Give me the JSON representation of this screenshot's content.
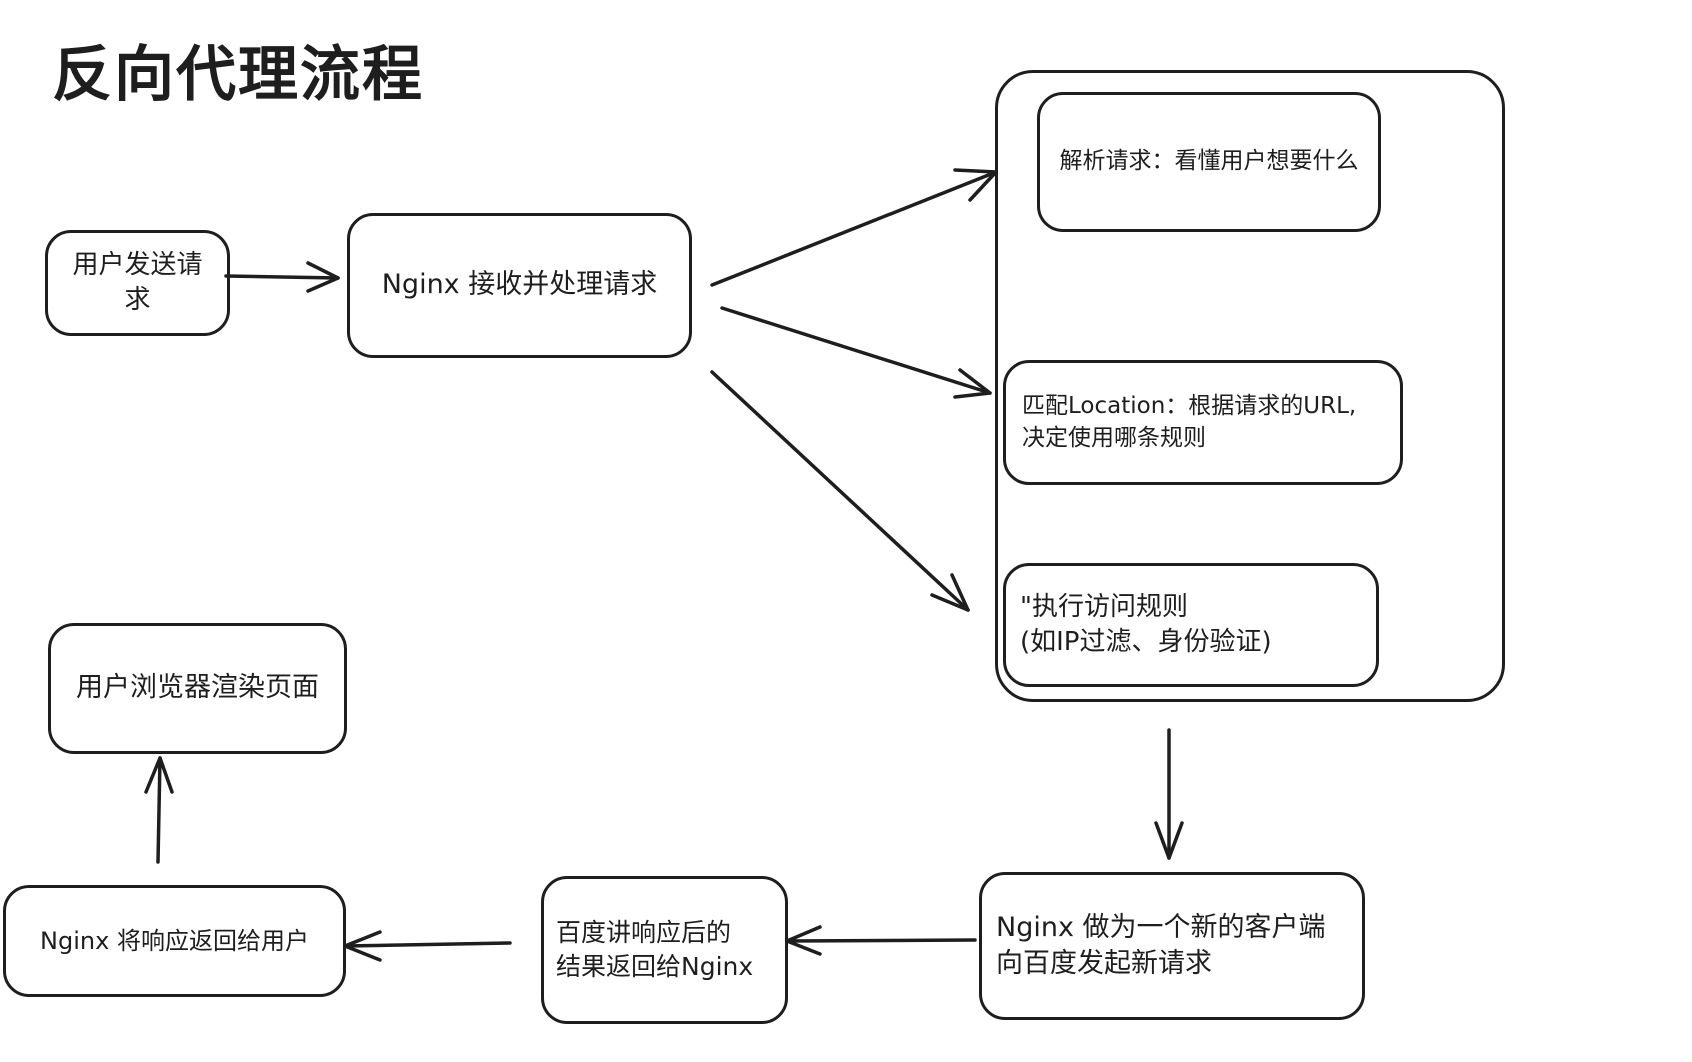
{
  "title": "反向代理流程",
  "nodes": {
    "user_send": [
      "用户发送请",
      "求"
    ],
    "nginx_receive": [
      "Nginx 接收并处理请求"
    ],
    "parse_request": [
      "解析请求：看懂用户想要什么"
    ],
    "match_location": [
      "匹配Location：根据请求的URL,",
      "决定使用哪条规则"
    ],
    "access_rules": [
      "\"执行访问规则",
      "(如IP过滤、身份验证)"
    ],
    "nginx_new_client": [
      "Nginx 做为一个新的客户端",
      "向百度发起新请求"
    ],
    "baidu_response": [
      "百度讲响应后的",
      "结果返回给Nginx"
    ],
    "nginx_return": [
      "Nginx 将响应返回给用户"
    ],
    "browser_render": [
      "用户浏览器渲染页面"
    ]
  }
}
